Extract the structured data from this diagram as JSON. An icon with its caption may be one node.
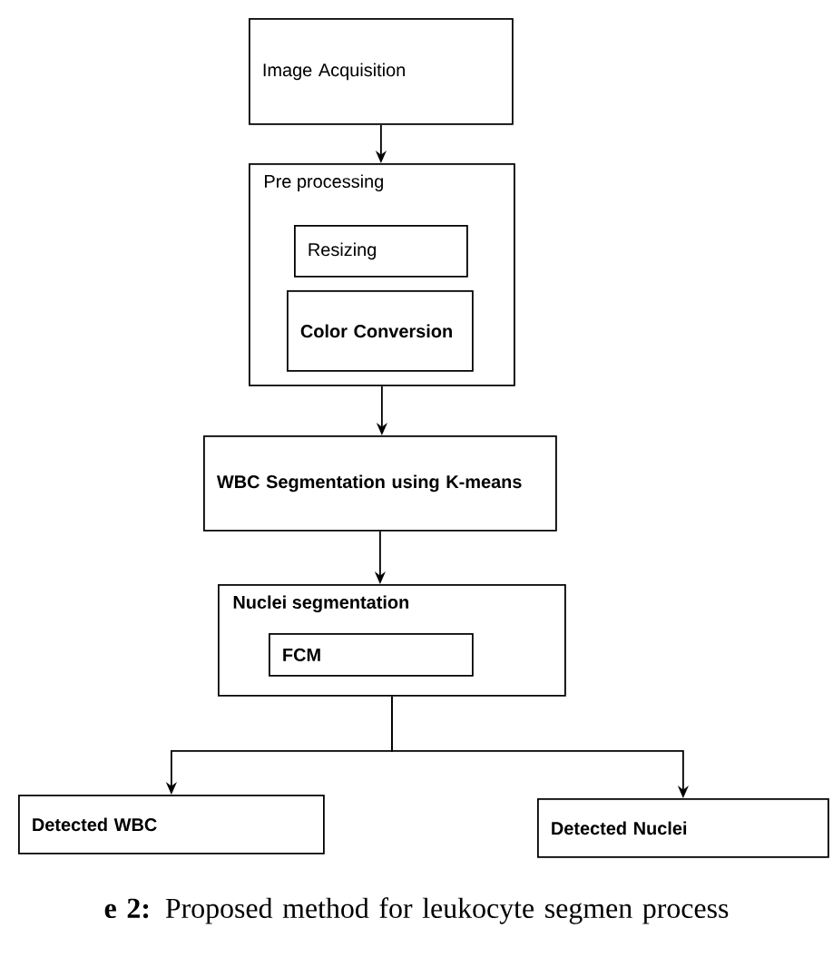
{
  "diagram": {
    "caption": "**e 2:** Proposed method for leukocyte segmen process",
    "nodes": [
      {
        "text": [
          "Image Acquisition"
        ]
      },
      {
        "text": [
          "Pre processing"
        ]
      },
      {
        "text": [
          "Resizing"
        ],
        "in": 1
      },
      {
        "text": [
          "Color Conversion"
        ],
        "in": 1
      },
      {
        "text": [
          "WBC Segmentation using K-means"
        ]
      },
      {
        "text": [
          "Nuclei segmentation"
        ]
      },
      {
        "text": [
          "FCM"
        ],
        "in": 5
      },
      {
        "text": [
          "Detected WBC"
        ]
      },
      {
        "text": [
          "Detected Nuclei"
        ]
      }
    ],
    "edges": [
      {
        "from": 0,
        "to": 1,
        "arrow": "to"
      },
      {
        "from": 1,
        "to": 4,
        "arrow": "to"
      },
      {
        "from": 4,
        "to": 5,
        "arrow": "to"
      },
      {
        "from": 5,
        "to": 7,
        "arrow": "to"
      },
      {
        "from": 5,
        "to": 8,
        "arrow": "to"
      }
    ]
  }
}
